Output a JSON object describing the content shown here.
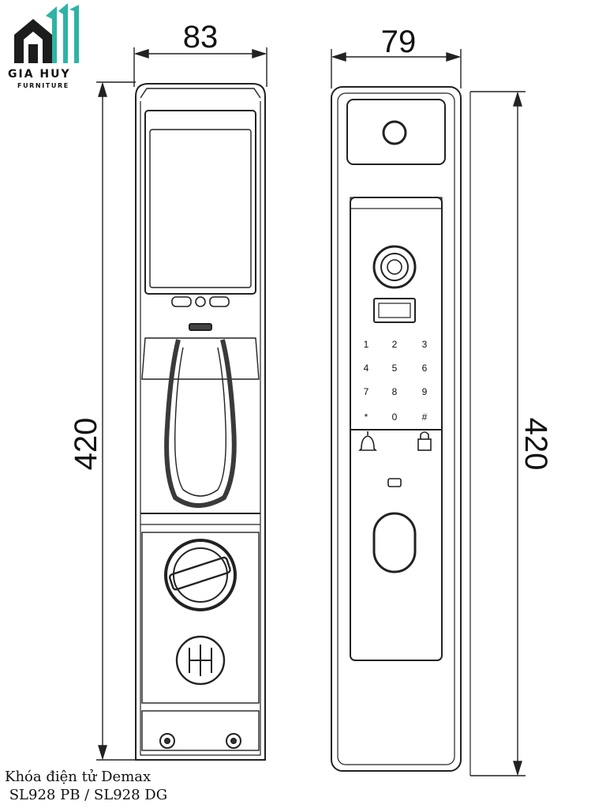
{
  "brand": {
    "name": "GIA HUY",
    "tagline": "FURNITURE",
    "logo_colors": {
      "house": "#1c1c1c",
      "stripes": "#2fb3a5"
    }
  },
  "dimensions": {
    "front_width": "83",
    "side_width": "79",
    "front_height": "420",
    "side_height": "420"
  },
  "keypad": {
    "keys": [
      "1",
      "2",
      "3",
      "4",
      "5",
      "6",
      "7",
      "8",
      "9",
      "*",
      "0",
      "#"
    ]
  },
  "caption": {
    "line1": "Khóa điện tử Demax",
    "line2": " SL928 PB / SL928 DG"
  }
}
